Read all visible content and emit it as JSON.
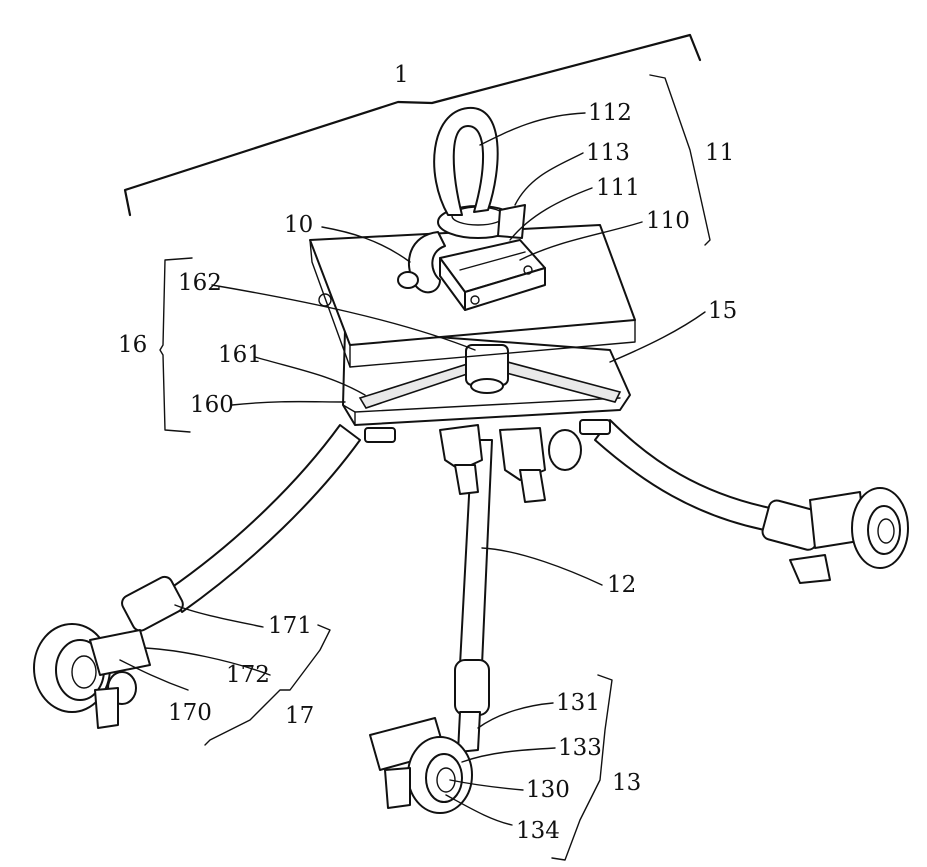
{
  "labels": {
    "l1": "1",
    "l112": "112",
    "l113": "113",
    "l111": "111",
    "l110": "110",
    "l11": "11",
    "l10": "10",
    "l162": "162",
    "l15": "15",
    "l16": "16",
    "l161": "161",
    "l160": "160",
    "l12": "12",
    "l171": "171",
    "l172": "172",
    "l170": "170",
    "l17": "17",
    "l131": "131",
    "l133": "133",
    "l130": "130",
    "l13": "13",
    "l134": "134"
  }
}
